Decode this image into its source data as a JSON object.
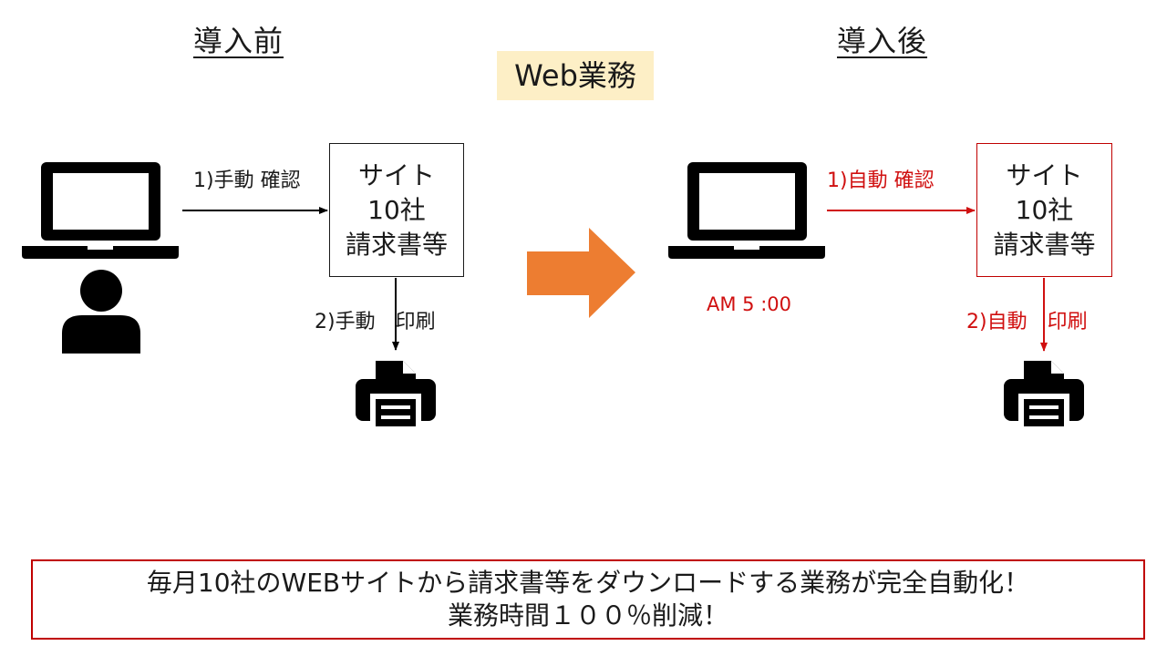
{
  "headings": {
    "before": "導入前",
    "after": "導入後"
  },
  "badge": "Web業務",
  "before": {
    "box_lines": [
      "サイト",
      "10社",
      "請求書等"
    ],
    "step1": "1)手動 確認",
    "step2": "2)手動　印刷"
  },
  "after": {
    "box_lines": [
      "サイト",
      "10社",
      "請求書等"
    ],
    "step1": "1)自動 確認",
    "step2": "2)自動　印刷",
    "time": "AM 5 :00"
  },
  "summary": {
    "line1": "毎月10社のWEBサイトから請求書等をダウンロードする業務が完全自動化！",
    "line2": "業務時間１００％削減！"
  },
  "colors": {
    "accent_red": "#c00000",
    "arrow_orange": "#ed7d31",
    "badge_bg": "#fdefc6",
    "icon": "#000000"
  }
}
